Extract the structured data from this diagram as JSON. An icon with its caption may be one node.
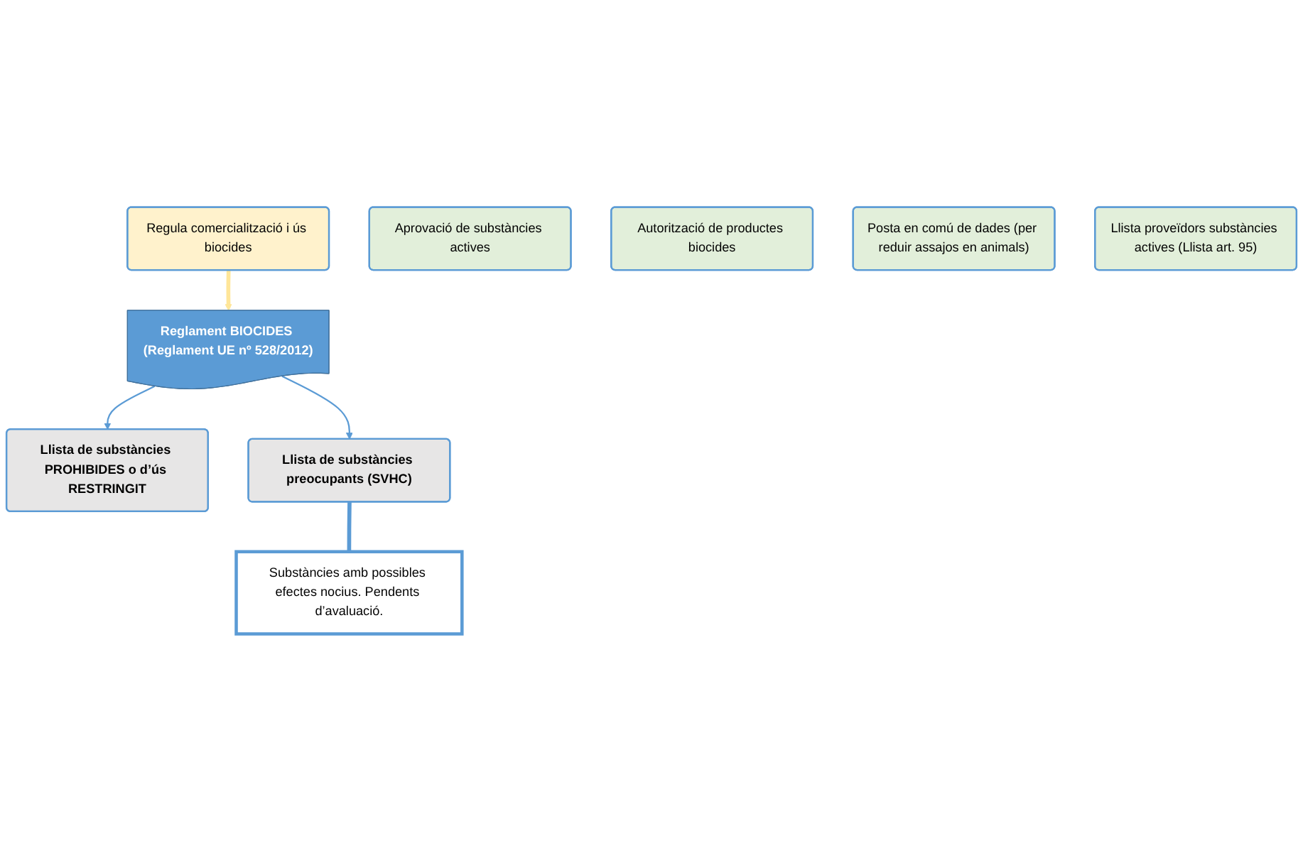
{
  "diagram": {
    "nodes": [
      {
        "text": [
          "Regula comercialització i ús biocides"
        ]
      },
      {
        "text": [
          "Reglament BIOCIDES (Reglament UE nº 528/2012)"
        ]
      },
      {
        "text": [
          "Aprovació de substàncies actives"
        ]
      },
      {
        "text": [
          "Autorització de productes biocides"
        ]
      },
      {
        "text": [
          "Posta en comú de dades (per reduir assajos en animals)"
        ]
      },
      {
        "text": [
          "Llista proveïdors substàncies actives (Llista art. 95)"
        ]
      },
      {
        "text": [
          "Llista de substàncies PROHIBIDES o d’ús RESTRINGIT"
        ]
      },
      {
        "text": [
          "Llista de substàncies preocupants (SVHC)"
        ]
      },
      {
        "text": [
          "Substàncies amb possibles efectes nocius. Pendents d’avaluació."
        ]
      }
    ],
    "edges": [
      {
        "from": 0,
        "to": 1,
        "arrow": "to",
        "style": "thick",
        "color": "#ffe699"
      },
      {
        "from": 1,
        "to": 6,
        "arrow": "to"
      },
      {
        "from": 1,
        "to": 7,
        "arrow": "to"
      },
      {
        "from": 7,
        "to": 8,
        "arrow": "none",
        "style": "thick"
      }
    ]
  }
}
